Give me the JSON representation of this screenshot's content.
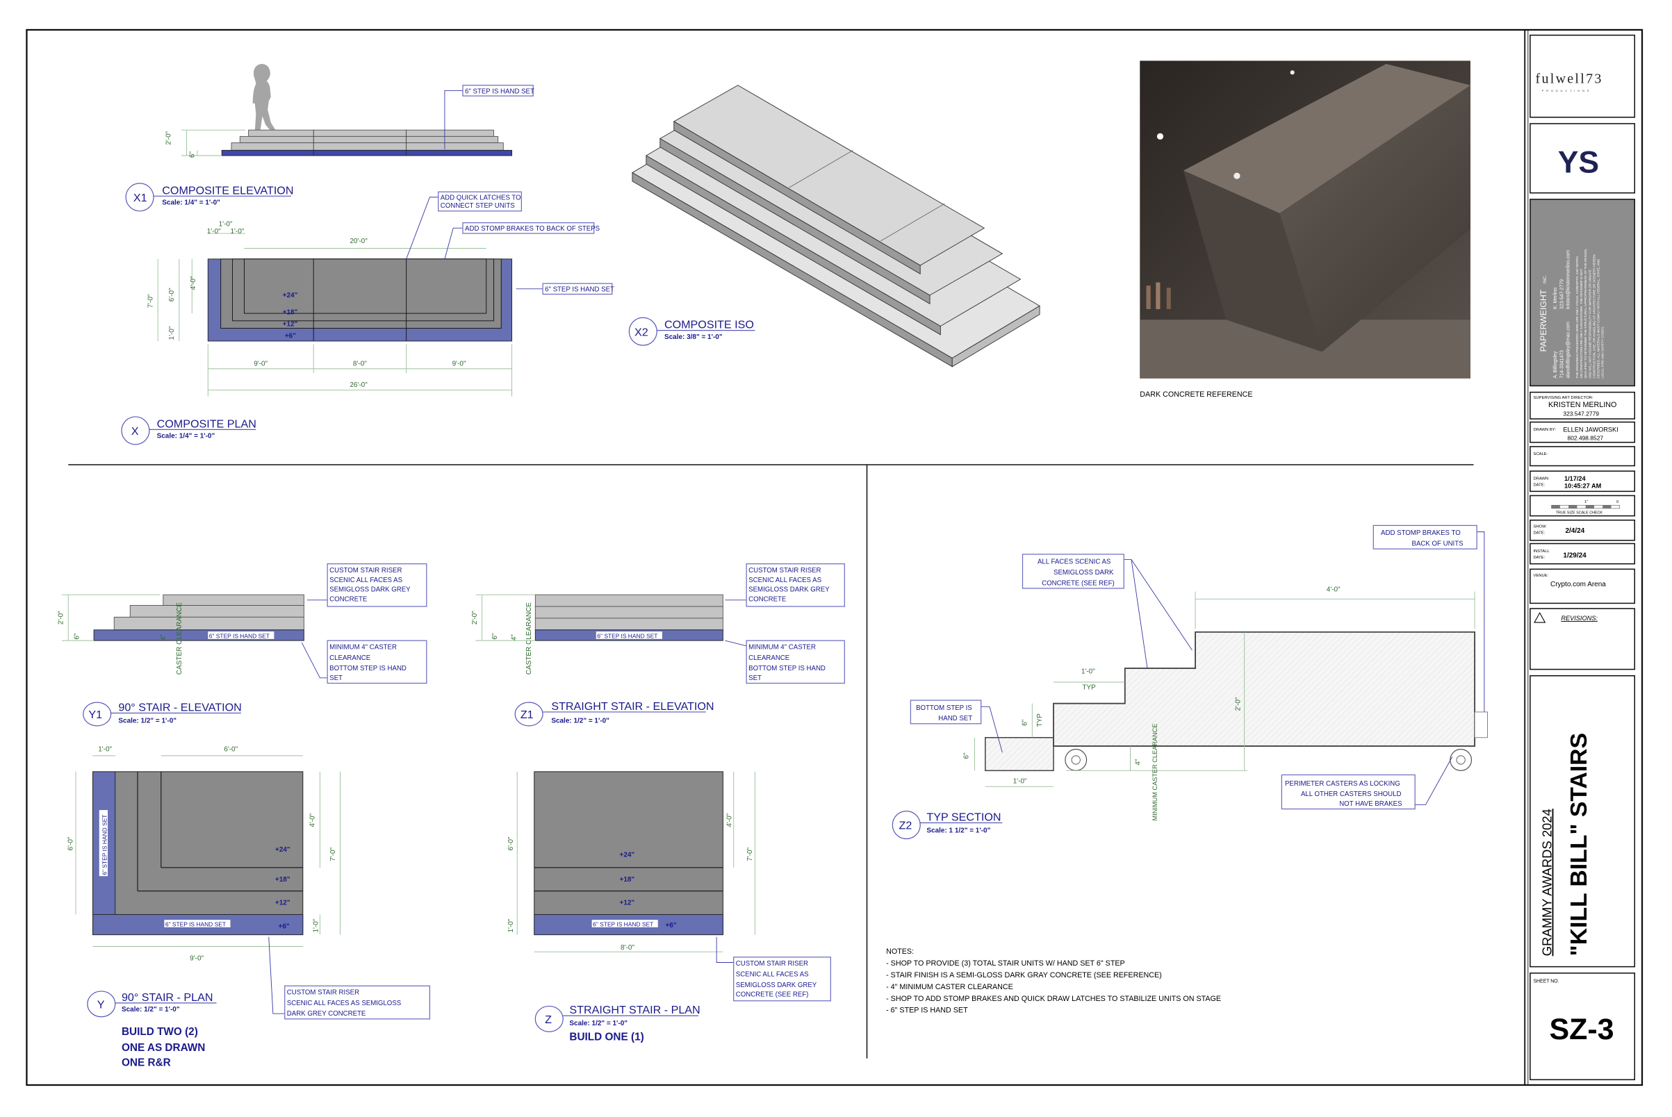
{
  "x1": {
    "id": "X1",
    "title": "COMPOSITE ELEVATION",
    "scale": "Scale: 1/4\" = 1'-0\"",
    "callout": "6\" STEP IS HAND SET",
    "dims": [
      "2'-0\"",
      "6\""
    ]
  },
  "x": {
    "id": "X",
    "title": "COMPOSITE PLAN",
    "scale": "Scale: 1/4\" = 1'-0\"",
    "callouts": [
      "ADD QUICK LATCHES TO",
      "CONNECT STEP UNITS",
      "ADD STOMP BRAKES TO BACK OF STEPS",
      "6\" STEP IS HAND SET"
    ],
    "levels": [
      "+24\"",
      "+18\"",
      "+12\"",
      "+6\""
    ],
    "dims": [
      "1'-0\"",
      "1'-0\"",
      "1'-0\"",
      "20'-0\"",
      "7'-0\"",
      "6'-0\"",
      "4'-0\"",
      "1'-0\"",
      "9'-0\"",
      "8'-0\"",
      "9'-0\"",
      "26'-0\""
    ]
  },
  "x2": {
    "id": "X2",
    "title": "COMPOSITE ISO",
    "scale": "Scale: 3/8\" = 1'-0\""
  },
  "reference": {
    "caption": "DARK CONCRETE REFERENCE"
  },
  "y1": {
    "id": "Y1",
    "title": "90° STAIR - ELEVATION",
    "scale": "Scale: 1/2\" = 1'-0\"",
    "callout1": [
      "CUSTOM STAIR RISER",
      "SCENIC ALL FACES AS",
      "SEMIGLOSS DARK GREY",
      "CONCRETE"
    ],
    "callout2": [
      "MINIMUM 4\" CASTER",
      "CLEARANCE",
      "BOTTOM STEP IS HAND",
      "SET"
    ],
    "handset": "6\" STEP IS HAND SET",
    "caster": "CASTER CLEARANCE",
    "dims": [
      "2'-0\"",
      "6\"",
      "4\""
    ]
  },
  "y": {
    "id": "Y",
    "title": "90° STAIR - PLAN",
    "scale": "Scale: 1/2\" = 1'-0\"",
    "build": [
      "BUILD TWO (2)",
      "ONE AS DRAWN",
      "ONE R&R"
    ],
    "levels": [
      "+24\"",
      "+18\"",
      "+12\"",
      "+6\""
    ],
    "handset": "6\" STEP IS HAND SET",
    "callout": [
      "CUSTOM STAIR RISER",
      "SCENIC ALL FACES AS SEMIGLOSS",
      "DARK GREY CONCRETE"
    ],
    "dims": [
      "1'-0\"",
      "6'-0\"",
      "6'-0\"",
      "4'-0\"",
      "7'-0\"",
      "1'-0\"",
      "9'-0\""
    ]
  },
  "z1": {
    "id": "Z1",
    "title": "STRAIGHT STAIR - ELEVATION",
    "scale": "Scale: 1/2\" = 1'-0\"",
    "callout1": [
      "CUSTOM STAIR RISER",
      "SCENIC ALL FACES AS",
      "SEMIGLOSS DARK GREY",
      "CONCRETE"
    ],
    "callout2": [
      "MINIMUM 4\" CASTER",
      "CLEARANCE",
      "BOTTOM STEP IS HAND",
      "SET"
    ],
    "handset": "6\" STEP IS HAND SET",
    "caster": "CASTER CLEARANCE",
    "dims": [
      "2'-0\"",
      "6\"",
      "4\""
    ]
  },
  "z": {
    "id": "Z",
    "title": "STRAIGHT STAIR - PLAN",
    "scale": "Scale: 1/2\" = 1'-0\"",
    "build": "BUILD ONE (1)",
    "levels": [
      "+24\"",
      "+18\"",
      "+12\"",
      "+6\""
    ],
    "handset": "6\" STEP IS HAND SET",
    "callout": [
      "CUSTOM STAIR RISER",
      "SCENIC ALL FACES AS",
      "SEMIGLOSS DARK GREY",
      "CONCRETE (SEE REF)"
    ],
    "dims": [
      "6'-0\"",
      "1'-0\"",
      "4'-0\"",
      "7'-0\"",
      "8'-0\""
    ]
  },
  "z2": {
    "id": "Z2",
    "title": "TYP SECTION",
    "scale": "Scale: 1 1/2\" = 1'-0\"",
    "callout_faces": [
      "ALL FACES SCENIC AS",
      "SEMIGLOSS DARK",
      "CONCRETE (SEE REF)"
    ],
    "callout_brakes": [
      "ADD STOMP BRAKES TO",
      "BACK OF UNITS"
    ],
    "callout_bottom": [
      "BOTTOM STEP IS",
      "HAND SET"
    ],
    "callout_casters": [
      "PERIMETER CASTERS AS LOCKING",
      "ALL OTHER CASTERS SHOULD",
      "NOT HAVE BRAKES"
    ],
    "caster": "MINIMUM CASTER CLEARANCE",
    "dims": {
      "top": "4'-0\"",
      "tread": "1'-0\"",
      "typ": "TYP",
      "height": "2'-0\"",
      "riser": "6\"",
      "riser_typ": "TYP",
      "bottom": "6\"",
      "bottom_w": "1'-0\"",
      "clear": "4\""
    }
  },
  "notes": {
    "heading": "NOTES:",
    "items": [
      "- SHOP TO PROVIDE (3) TOTAL STAIR UNITS W/ HAND SET 6\" STEP",
      "- STAIR FINISH IS A SEMI-GLOSS DARK GRAY CONCRETE (SEE REFERENCE)",
      "- 4\" MINIMUM CASTER CLEARANCE",
      "- SHOP TO ADD STOMP BRAKES AND QUICK DRAW LATCHES TO STABILIZE UNITS ON STAGE",
      "- 6\" STEP IS HAND SET"
    ]
  },
  "title_block": {
    "logo": "fulwell73",
    "logo_sub": "PRODUCTIONS",
    "client_logo": "YS",
    "designer": {
      "company": "PAPERWEIGHT",
      "company_suffix": "INC.",
      "person1": "A. Billingsley",
      "phone1": "714-3341473",
      "email1": "alandbillingsley@mac.com",
      "person2": "K. Merlino",
      "phone2": "323-547-2779",
      "email2": "kristen@kristenmerlino.com",
      "disclaimer": [
        "THE DRAWINGS PRESENTED HERE ARE ONLY VISUAL CONCEPTS.  ANY NOTES",
        "ON CONSTRUCTION ARE ONLY SUGGESTIONS.  THE DESIGNER IS NOT",
        "QUALIFIED TO DETERMINE THE STRUCTURAL APPROPRIATENESS OF THE DESIGN,",
        "AND WILL NOT ASSUME RESPONSIBILITY FOR IMPROPER OR UNSAFE",
        "CONSTRUCTION, USE, OR HANDLING OF ARCHITECTURE OR SCENERY HEREIN",
        "DESCRIBED.  ALL MATERIALS MUST COMPLY WITH ALL FEDERAL, STATE, AND",
        "LOCAL FIRE AND SAFETY CODES."
      ]
    },
    "art_director_label": "SUPERVISING ART DIRECTOR:",
    "art_director": "KRISTEN MERLINO",
    "art_director_phone": "323.547.2779",
    "drawn_by_label": "DRAWN BY:",
    "drawn_by": "ELLEN JAWORSKI",
    "drawn_by_phone": "802.498.8527",
    "scale_label": "SCALE:",
    "drawn_date_label": [
      "DRAWN",
      "DATE:"
    ],
    "drawn_date": "1/17/24",
    "drawn_time": "10:45:27 AM",
    "scale_check": "TRUE SIZE SCALE CHECK",
    "scale_check_marks": [
      "1\"",
      "0"
    ],
    "show_date_label": [
      "SHOW",
      "DATE:"
    ],
    "show_date": "2/4/24",
    "install_date_label": [
      "INSTALL",
      "DATE:"
    ],
    "install_date": "1/29/24",
    "venue_label": "VENUE:",
    "venue": "Crypto.com Arena",
    "revisions_label": "REVISIONS:",
    "show": "GRAMMY AWARDS 2024",
    "sheet_title": "\"KILL BILL\" STAIRS",
    "sheet_no_label": "SHEET NO.",
    "sheet_no": "SZ-3"
  },
  "colors": {
    "hand_set_step": "#6670b3",
    "stair": "#8a8a8a",
    "annotation": "#1a1a8c",
    "dimension": "#2f6b2f"
  }
}
